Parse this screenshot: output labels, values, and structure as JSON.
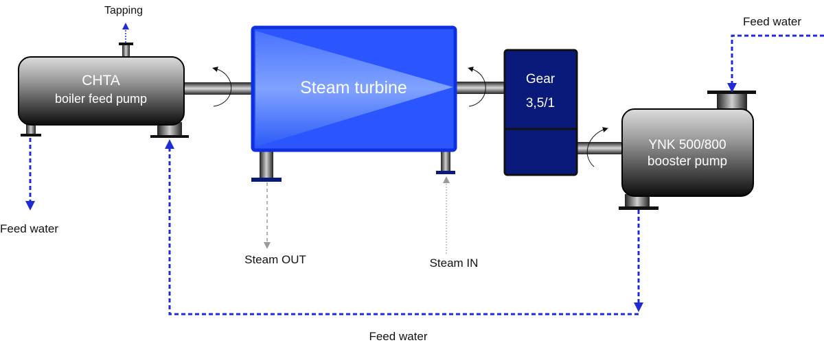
{
  "labels": {
    "tapping": "Tapping",
    "chta_line1": "CHTA",
    "chta_line2": "boiler feed pump",
    "turbine": "Steam turbine",
    "gear_line1": "Gear",
    "gear_line2": "3,5/1",
    "booster_line1": "YNK 500/800",
    "booster_line2": "booster pump",
    "feed_water_left": "Feed water",
    "feed_water_top_right": "Feed water",
    "feed_water_bottom": "Feed water",
    "steam_out": "Steam OUT",
    "steam_in": "Steam IN"
  },
  "colors": {
    "feed_water_line": "#1f2bd6",
    "turbine_blue": "#2a55ff",
    "gear_navy": "#0a1a7a",
    "steam_line": "#9a9a9a"
  }
}
